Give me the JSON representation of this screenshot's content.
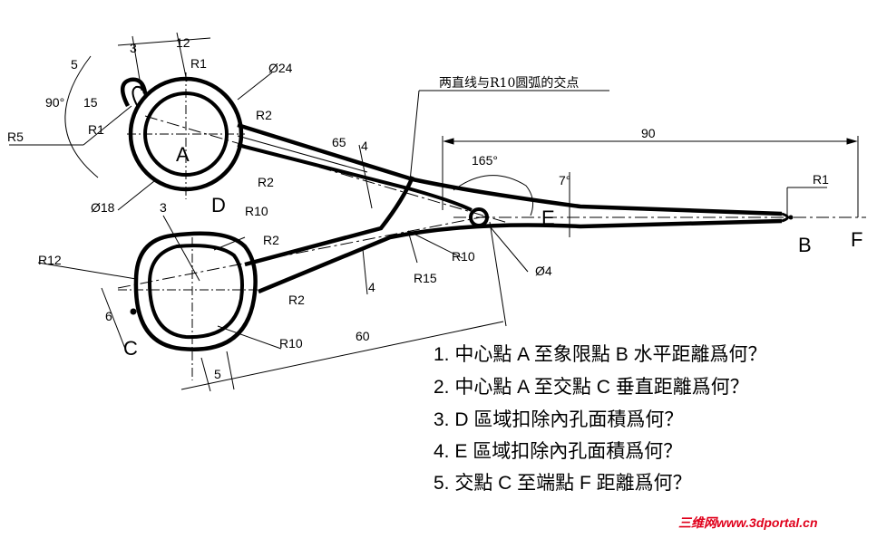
{
  "diagram": {
    "note": "两直线与R10圆弧的交点",
    "dimensions": {
      "d3_top": "3",
      "d12": "12",
      "r1_top": "R1",
      "d24": "Ø24",
      "d5_left": "5",
      "d15": "15",
      "a90": "90°",
      "r1_left": "R1",
      "r5": "R5",
      "r2_a": "R2",
      "d65": "65",
      "d4_top": "4",
      "d90": "90",
      "a165": "165°",
      "a7": "7°",
      "r1_right": "R1",
      "r2_b": "R2",
      "d18": "Ø18",
      "d3_mid": "3",
      "r10_top": "R10",
      "r2_c": "R2",
      "r12": "R12",
      "r10_mid": "R10",
      "d4_hole": "Ø4",
      "r15": "R15",
      "d4_low": "4",
      "r2_d": "R2",
      "d6": "6",
      "r10_low": "R10",
      "d60": "60",
      "d5_low": "5"
    },
    "points": {
      "A": "A",
      "B": "B",
      "C": "C",
      "D": "D",
      "E": "E",
      "F": "F"
    }
  },
  "questions": [
    "1.  中心點 A 至象限點 B 水平距離爲何？",
    "2.  中心點 A 至交點 C 垂直距離爲何？",
    "3.  D 區域扣除內孔面積爲何？",
    "4.  E 區域扣除內孔面積爲何？",
    "5.  交點 C 至端點 F 距離爲何？"
  ],
  "watermark": "三维网www.3dportal.cn",
  "colors": {
    "ink": "#000000",
    "watermark": "#e0001b"
  }
}
